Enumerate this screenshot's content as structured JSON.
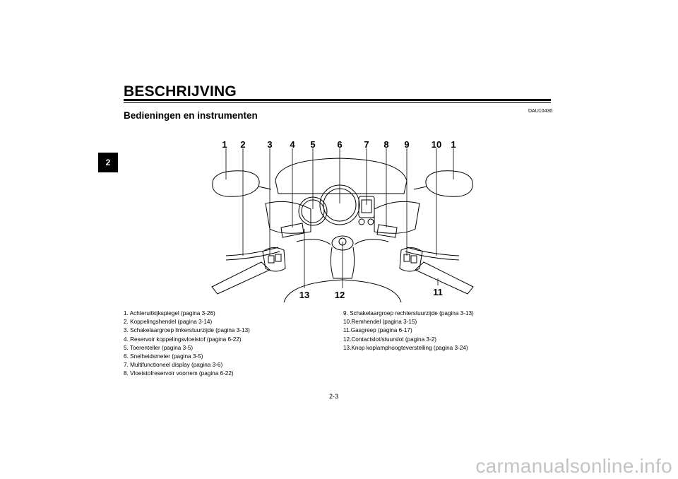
{
  "header": {
    "title": "BESCHRIJVING",
    "chapter_tab": "2"
  },
  "doc_code": "DAU10430",
  "section_title": "Bedieningen en instrumenten",
  "callouts": {
    "top": [
      "1",
      "2",
      "3",
      "4",
      "5",
      "6",
      "7",
      "8",
      "9",
      "10",
      "1"
    ],
    "bottom": [
      "13",
      "12",
      "11"
    ]
  },
  "legend_left": [
    "1. Achteruitkijkspiegel (pagina 3-26)",
    "2. Koppelingshendel (pagina 3-14)",
    "3. Schakelaargroep linkerstuurzijde (pagina 3-13)",
    "4. Reservoir koppelingsvloeistof (pagina 6-22)",
    "5. Toerenteller (pagina 3-5)",
    "6. Snelheidsmeter (pagina 3-5)",
    "7. Multifunctioneel display (pagina 3-6)",
    "8. Vloeistofreservoir voorrem (pagina 6-22)"
  ],
  "legend_right": [
    "9. Schakelaargroep rechterstuurzijde (pagina 3-13)",
    "10.Remhendel (pagina 3-15)",
    "11.Gasgreep (pagina 6-17)",
    "12.Contactslot/stuurslot (pagina 3-2)",
    "13.Knop koplamphoogteverstelling (pagina 3-24)"
  ],
  "page_number": "2-3",
  "watermark": "carmanualsonline.info"
}
